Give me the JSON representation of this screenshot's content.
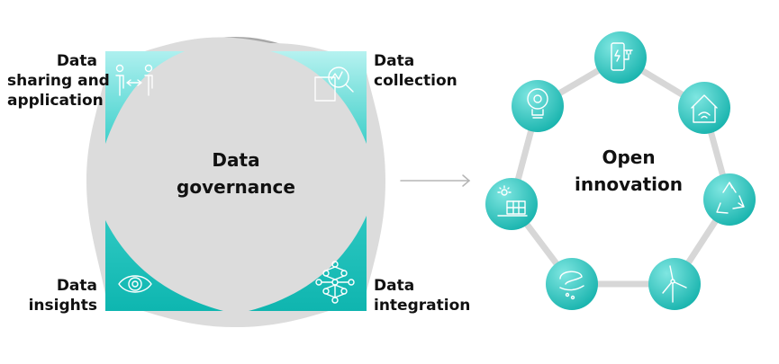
{
  "governance": {
    "title": [
      "Data",
      "governance"
    ],
    "corners": {
      "top_left": {
        "lines": [
          "Data",
          "sharing and",
          "application"
        ],
        "icon": "people-exchange-icon"
      },
      "top_right": {
        "lines": [
          "Data",
          "collection"
        ],
        "icon": "document-chart-icon"
      },
      "bottom_left": {
        "lines": [
          "Data",
          "insights"
        ],
        "icon": "eye-icon"
      },
      "bottom_right": {
        "lines": [
          "Data",
          "integration"
        ],
        "icon": "network-nodes-icon"
      }
    }
  },
  "arrow": {
    "icon": "arrow-right-icon"
  },
  "innovation": {
    "title": [
      "Open",
      "innovation"
    ],
    "nodes": [
      {
        "icon": "ev-charger-icon"
      },
      {
        "icon": "smart-home-icon"
      },
      {
        "icon": "recycle-icon"
      },
      {
        "icon": "wind-turbine-icon"
      },
      {
        "icon": "water-hand-icon"
      },
      {
        "icon": "solar-panel-icon"
      },
      {
        "icon": "lightbulb-gear-icon"
      }
    ]
  },
  "colors": {
    "teal_light": "#aef0ef",
    "teal_dark": "#12bdb7",
    "grey": "#dcdcdc",
    "grey_dark": "#a8a8a8",
    "node_light": "#34d3cc",
    "node_dark": "#11b0aa",
    "ring": "#d7d7d7",
    "arrow": "#b5b5b5"
  }
}
